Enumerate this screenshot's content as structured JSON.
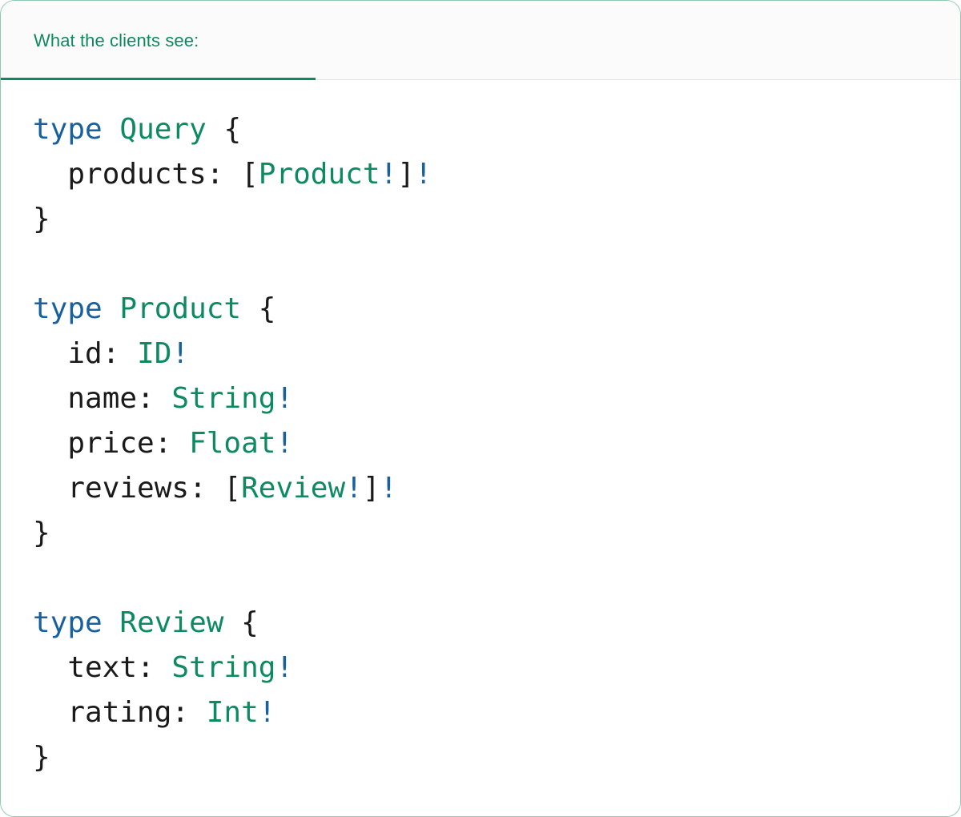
{
  "card": {
    "border_color": "#8fc9ae",
    "background": "#ffffff"
  },
  "header": {
    "tab_label": "What the clients see:",
    "accent_color": "#0d8a62",
    "background": "#fbfbfb",
    "divider_color": "#e3e3e3"
  },
  "syntax_colors": {
    "keyword": "#19609f",
    "type_name": "#0d8a62",
    "punctuation": "#1a1a1a",
    "field_name": "#1a1a1a",
    "non_null_bang": "#19609f"
  },
  "code": {
    "language": "graphql",
    "raw": "type Query {\n  products: [Product!]!\n}\n\ntype Product {\n  id: ID!\n  name: String!\n  price: Float!\n  reviews: [Review!]!\n}\n\ntype Review {\n  text: String!\n  rating: Int!\n}",
    "lines": [
      {
        "tokens": [
          {
            "t": "type",
            "c": "keyword"
          },
          {
            "t": " ",
            "c": "punct"
          },
          {
            "t": "Query",
            "c": "type"
          },
          {
            "t": " ",
            "c": "punct"
          },
          {
            "t": "{",
            "c": "punct"
          }
        ]
      },
      {
        "tokens": [
          {
            "t": "  products",
            "c": "field"
          },
          {
            "t": ": [",
            "c": "punct"
          },
          {
            "t": "Product",
            "c": "type"
          },
          {
            "t": "!",
            "c": "bang"
          },
          {
            "t": "]",
            "c": "punct"
          },
          {
            "t": "!",
            "c": "bang"
          }
        ]
      },
      {
        "tokens": [
          {
            "t": "}",
            "c": "punct"
          }
        ]
      },
      {
        "tokens": []
      },
      {
        "tokens": [
          {
            "t": "type",
            "c": "keyword"
          },
          {
            "t": " ",
            "c": "punct"
          },
          {
            "t": "Product",
            "c": "type"
          },
          {
            "t": " ",
            "c": "punct"
          },
          {
            "t": "{",
            "c": "punct"
          }
        ]
      },
      {
        "tokens": [
          {
            "t": "  id",
            "c": "field"
          },
          {
            "t": ": ",
            "c": "punct"
          },
          {
            "t": "ID",
            "c": "type"
          },
          {
            "t": "!",
            "c": "bang"
          }
        ]
      },
      {
        "tokens": [
          {
            "t": "  name",
            "c": "field"
          },
          {
            "t": ": ",
            "c": "punct"
          },
          {
            "t": "String",
            "c": "type"
          },
          {
            "t": "!",
            "c": "bang"
          }
        ]
      },
      {
        "tokens": [
          {
            "t": "  price",
            "c": "field"
          },
          {
            "t": ": ",
            "c": "punct"
          },
          {
            "t": "Float",
            "c": "type"
          },
          {
            "t": "!",
            "c": "bang"
          }
        ]
      },
      {
        "tokens": [
          {
            "t": "  reviews",
            "c": "field"
          },
          {
            "t": ": [",
            "c": "punct"
          },
          {
            "t": "Review",
            "c": "type"
          },
          {
            "t": "!",
            "c": "bang"
          },
          {
            "t": "]",
            "c": "punct"
          },
          {
            "t": "!",
            "c": "bang"
          }
        ]
      },
      {
        "tokens": [
          {
            "t": "}",
            "c": "punct"
          }
        ]
      },
      {
        "tokens": []
      },
      {
        "tokens": [
          {
            "t": "type",
            "c": "keyword"
          },
          {
            "t": " ",
            "c": "punct"
          },
          {
            "t": "Review",
            "c": "type"
          },
          {
            "t": " ",
            "c": "punct"
          },
          {
            "t": "{",
            "c": "punct"
          }
        ]
      },
      {
        "tokens": [
          {
            "t": "  text",
            "c": "field"
          },
          {
            "t": ": ",
            "c": "punct"
          },
          {
            "t": "String",
            "c": "type"
          },
          {
            "t": "!",
            "c": "bang"
          }
        ]
      },
      {
        "tokens": [
          {
            "t": "  rating",
            "c": "field"
          },
          {
            "t": ": ",
            "c": "punct"
          },
          {
            "t": "Int",
            "c": "type"
          },
          {
            "t": "!",
            "c": "bang"
          }
        ]
      },
      {
        "tokens": [
          {
            "t": "}",
            "c": "punct"
          }
        ]
      }
    ]
  }
}
